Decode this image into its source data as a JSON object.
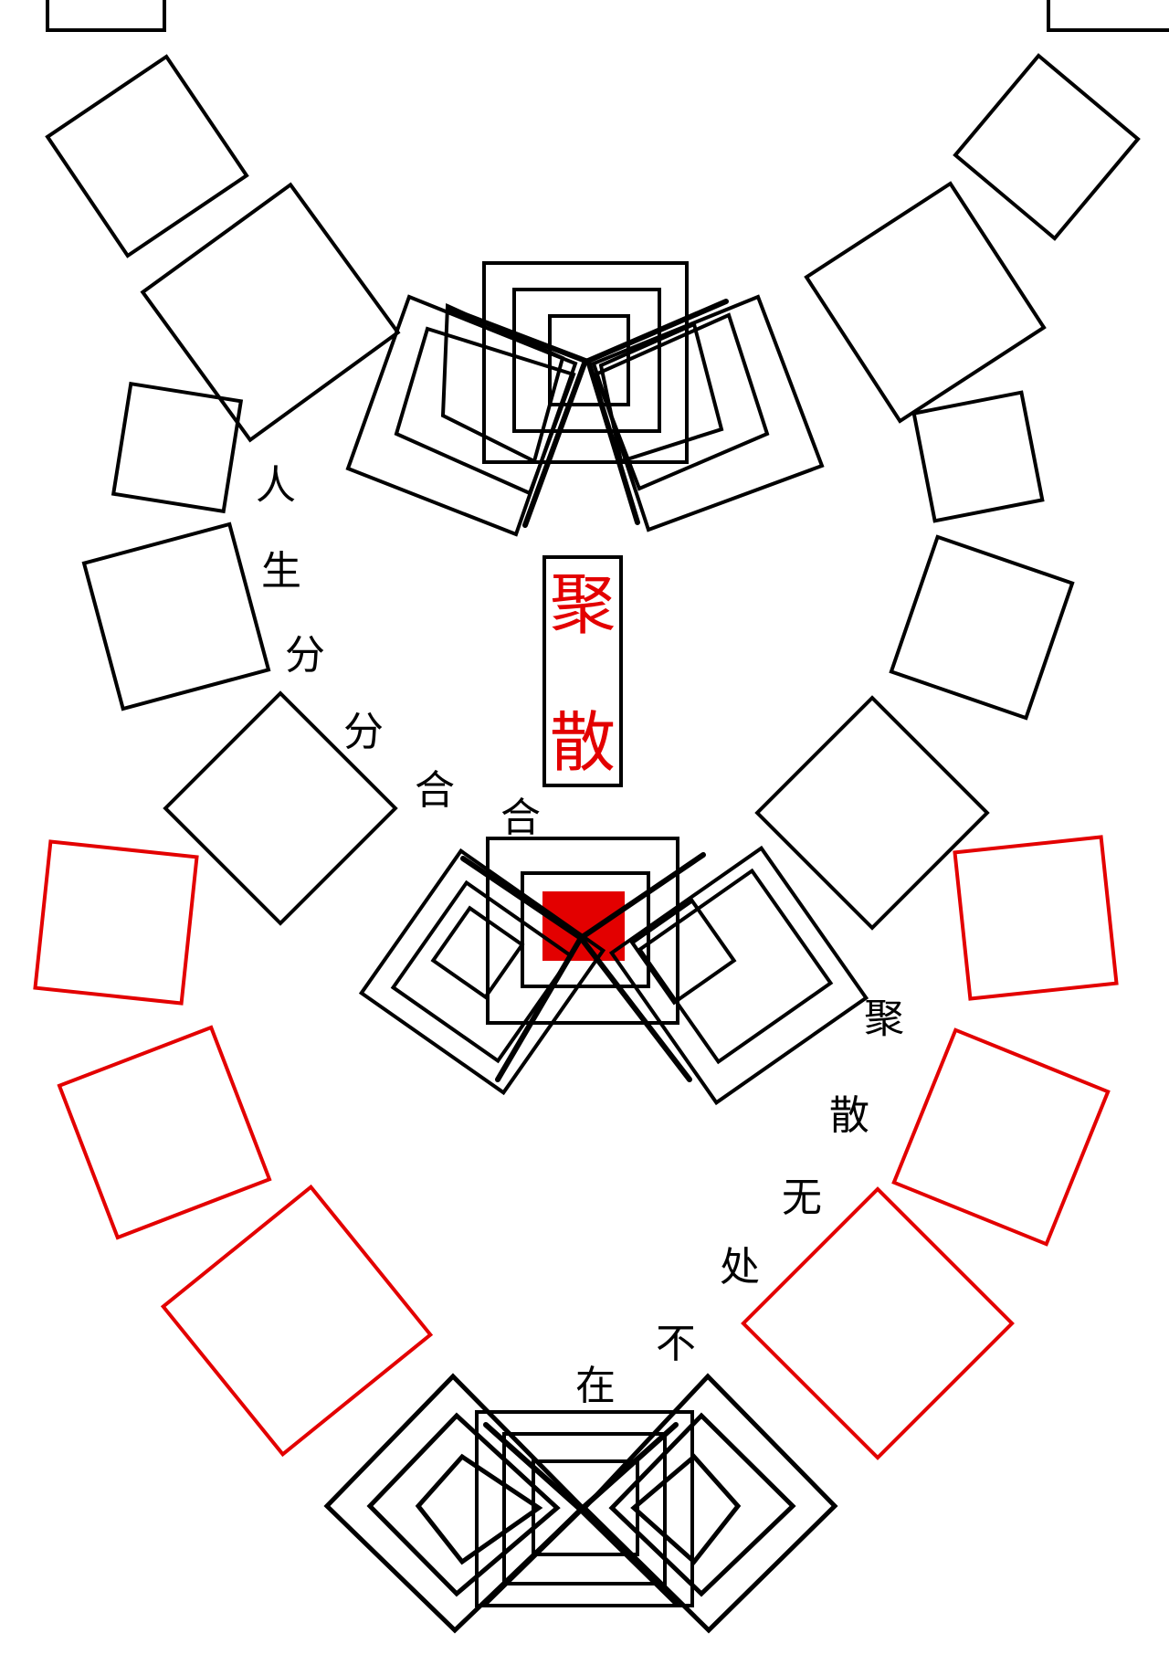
{
  "colors": {
    "ink": "#000000",
    "accent": "#e30000"
  },
  "title": {
    "char1": "聚",
    "char2": "散"
  },
  "left_phrase": [
    "人",
    "生",
    "分",
    "分",
    "合",
    "合"
  ],
  "right_phrase": [
    "聚",
    "散",
    "无",
    "处",
    "不",
    "在"
  ]
}
